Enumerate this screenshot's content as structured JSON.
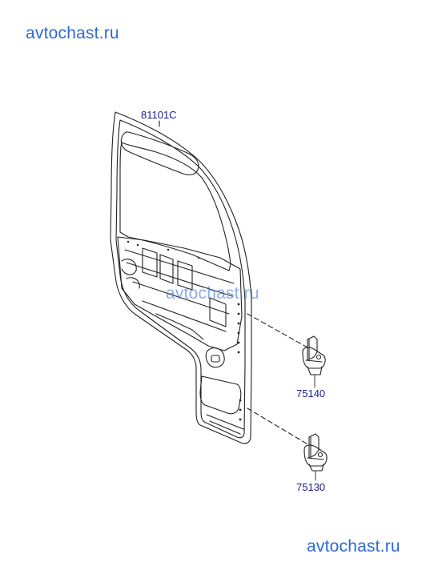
{
  "watermarks": {
    "top": "avtochast.ru",
    "middle": "avtochast.ru",
    "bottom": "avtochast.ru"
  },
  "parts": {
    "door_panel": "81101C",
    "upper_hinge": "75140",
    "lower_hinge": "75130"
  },
  "colors": {
    "watermark": "#2e6ad6",
    "part_label": "#1a1a8c",
    "line": "#222222"
  }
}
